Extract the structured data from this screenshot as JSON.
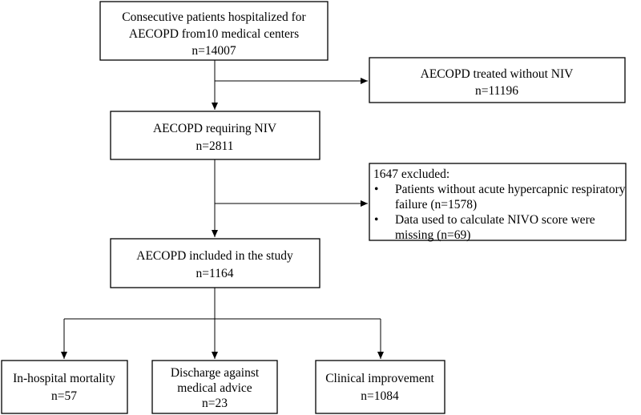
{
  "boxes": {
    "consecutive": {
      "lines": [
        "Consecutive patients hospitalized for",
        "AECOPD from10 medical centers",
        "n=14007"
      ]
    },
    "without_niv": {
      "lines": [
        "AECOPD treated without NIV",
        "n=11196"
      ]
    },
    "requiring_niv": {
      "lines": [
        "AECOPD requiring NIV",
        "n=2811"
      ]
    },
    "excluded": {
      "title": "1647 excluded:",
      "bullet_char": "•",
      "bullets": [
        [
          "Patients without acute hypercapnic respiratory",
          "failure (n=1578)"
        ],
        [
          "Data used to calculate NIVO score were",
          "missing (n=69)"
        ]
      ]
    },
    "included": {
      "lines": [
        "AECOPD included in the study",
        "n=1164"
      ]
    },
    "mortality": {
      "lines": [
        "In-hospital mortality",
        "n=57"
      ]
    },
    "discharge": {
      "lines": [
        "Discharge against",
        "medical advice",
        "n=23"
      ]
    },
    "improvement": {
      "lines": [
        "Clinical improvement",
        "n=1084"
      ]
    }
  }
}
